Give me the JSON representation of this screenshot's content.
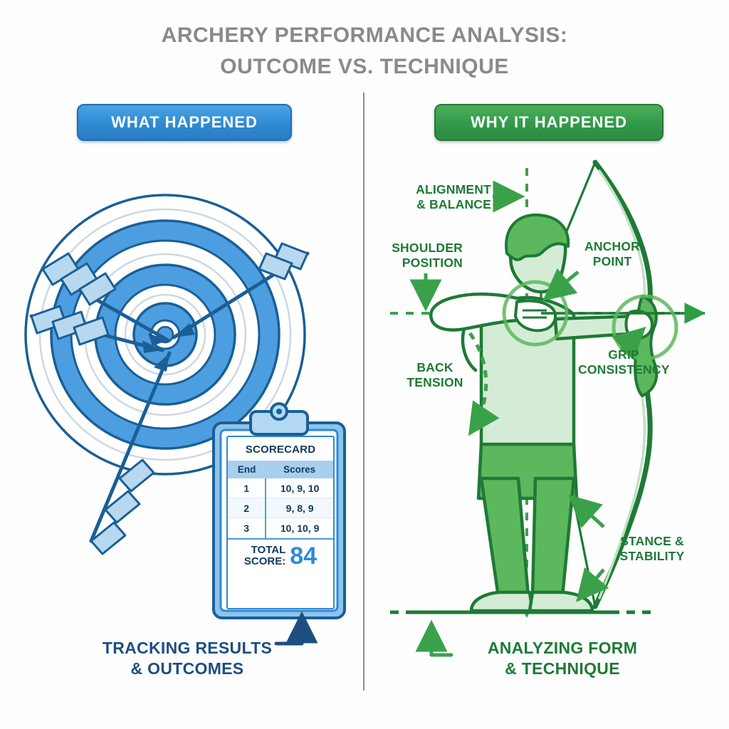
{
  "title": {
    "line1": "ARCHERY PERFORMANCE ANALYSIS:",
    "line2": "OUTCOME VS. TECHNIQUE"
  },
  "panels": {
    "left": {
      "badge": "WHAT HAPPENED",
      "badge_color": "#2f8ad4",
      "caption_line1": "TRACKING RESULTS",
      "caption_line2": "& OUTCOMES",
      "target": {
        "rings": 5,
        "ring_color": "#4d9ee0",
        "outline_color": "#1a5f96",
        "arrows": 4
      }
    },
    "right": {
      "badge": "WHY IT HAPPENED",
      "badge_color": "#32994a",
      "caption_line1": "ANALYZING FORM",
      "caption_line2": "& TECHNIQUE",
      "figure_outline_color": "#1e7a36",
      "figure_fill_color": "#d4ecd5",
      "accent_color": "#5cb85c"
    }
  },
  "scorecard": {
    "title": "SCORECARD",
    "columns": [
      "End",
      "Scores"
    ],
    "rows": [
      {
        "end": "1",
        "scores": "10, 9, 10"
      },
      {
        "end": "2",
        "scores": "9, 8, 9"
      },
      {
        "end": "3",
        "scores": "10, 10, 9"
      }
    ],
    "total_label_line1": "TOTAL",
    "total_label_line2": "SCORE:",
    "total_value": "84"
  },
  "annotations": [
    {
      "id": "alignment",
      "line1": "ALIGNMENT",
      "line2": "& BALANCE"
    },
    {
      "id": "shoulder",
      "line1": "SHOULDER",
      "line2": "POSITION"
    },
    {
      "id": "anchor",
      "line1": "ANCHOR",
      "line2": "POINT"
    },
    {
      "id": "grip",
      "line1": "GRIP",
      "line2": "CONSISTENCY"
    },
    {
      "id": "back",
      "line1": "BACK",
      "line2": "TENSION"
    },
    {
      "id": "stance",
      "line1": "STANCE &",
      "line2": "STABILITY"
    }
  ]
}
